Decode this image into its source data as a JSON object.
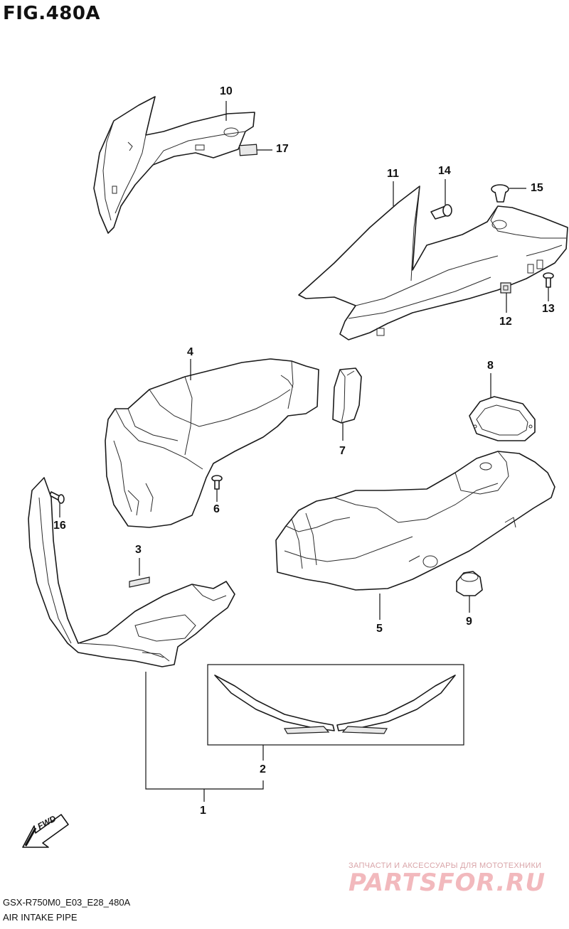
{
  "figure": {
    "title": "FIG.480A"
  },
  "callouts": [
    {
      "id": "1",
      "label": "1"
    },
    {
      "id": "2",
      "label": "2"
    },
    {
      "id": "3",
      "label": "3"
    },
    {
      "id": "4",
      "label": "4"
    },
    {
      "id": "5",
      "label": "5"
    },
    {
      "id": "6",
      "label": "6"
    },
    {
      "id": "7",
      "label": "7"
    },
    {
      "id": "8",
      "label": "8"
    },
    {
      "id": "9",
      "label": "9"
    },
    {
      "id": "10",
      "label": "10"
    },
    {
      "id": "11",
      "label": "11"
    },
    {
      "id": "12",
      "label": "12"
    },
    {
      "id": "13",
      "label": "13"
    },
    {
      "id": "14",
      "label": "14"
    },
    {
      "id": "15",
      "label": "15"
    },
    {
      "id": "16",
      "label": "16"
    },
    {
      "id": "17",
      "label": "17"
    }
  ],
  "fwd_arrow": {
    "label": "FWD"
  },
  "footer": {
    "code": "GSX-R750M0_E03_E28_480A",
    "caption": "AIR INTAKE PIPE"
  },
  "watermark": {
    "tagline": "ЗАПЧАСТИ И АКСЕССУАРЫ ДЛЯ МОТОТЕХНИКИ",
    "brand": "PARTSFOR.RU"
  }
}
